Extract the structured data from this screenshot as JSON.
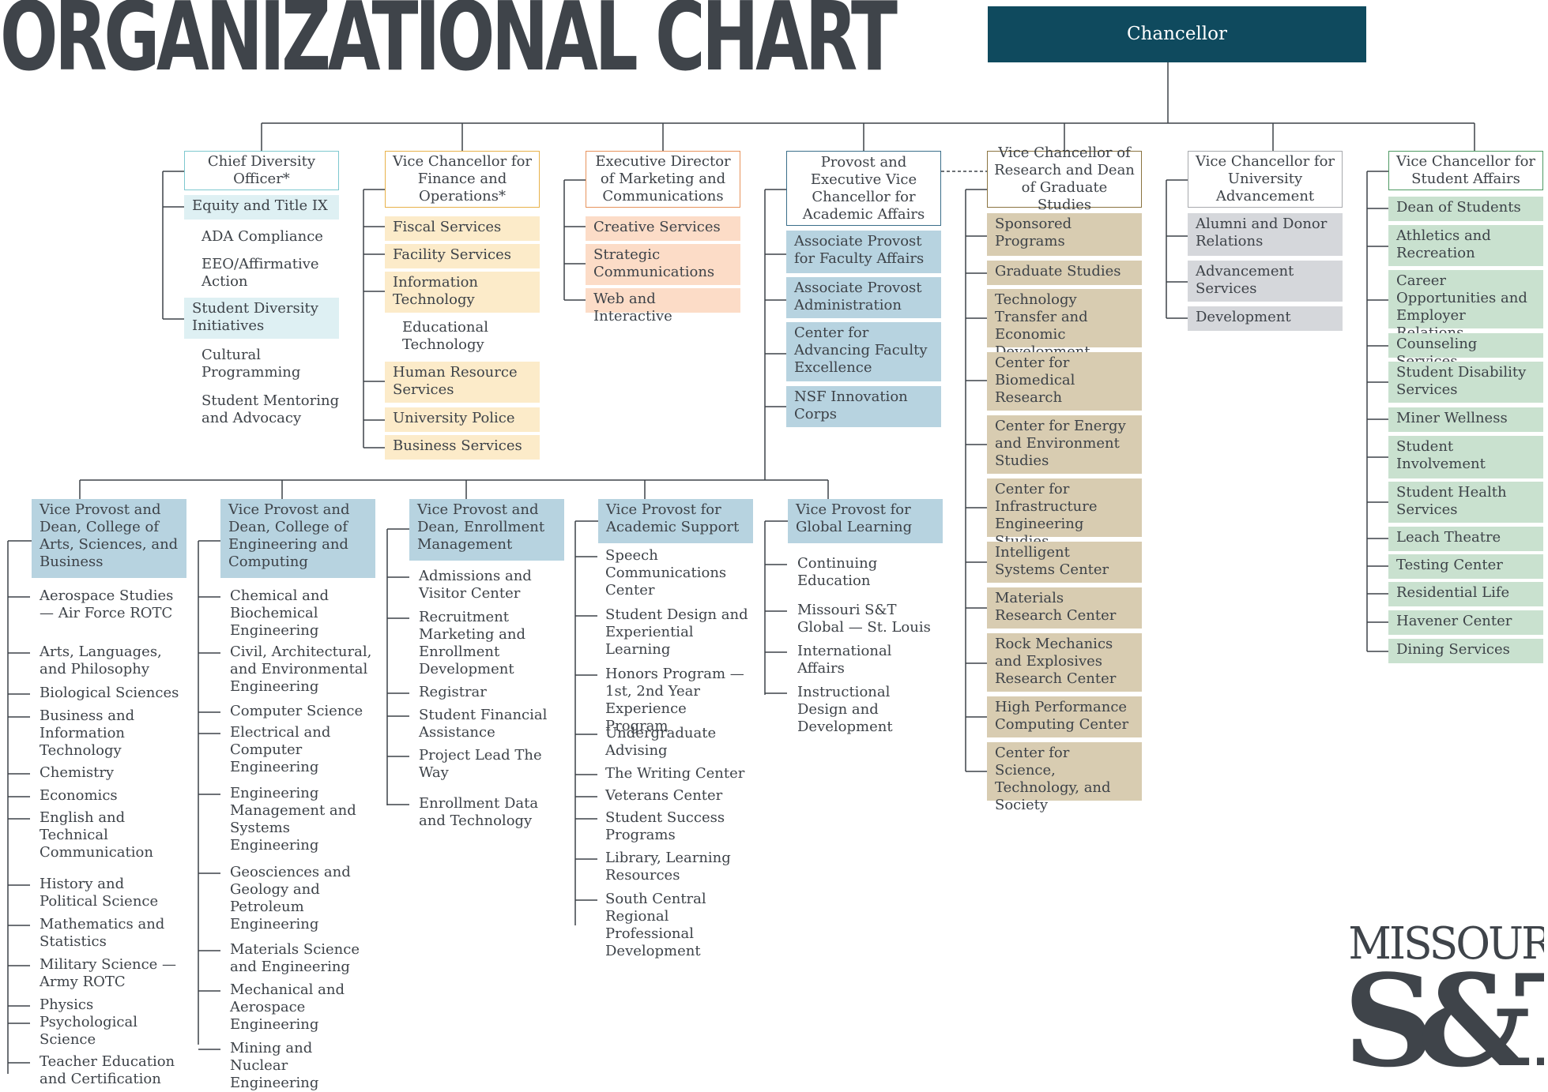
{
  "title": "ORGANIZATIONAL CHART",
  "logo": {
    "line1": "MISSOURI",
    "line2": "S&T"
  },
  "colors": {
    "chancellor": "#0f4a5e",
    "diversity": "#def0f3",
    "diversity_border": "#7ec8cf",
    "finance": "#fcebc9",
    "finance_border": "#e8b24a",
    "marketing": "#fcdcc7",
    "marketing_border": "#e7935c",
    "provost": "#b7d3e0",
    "provost_border": "#3a6e8a",
    "research": "#d8ccb1",
    "research_border": "#8a7440",
    "advancement": "#d5d7db",
    "advancement_border": "#a7a9ad",
    "student": "#c9e1cf",
    "student_border": "#4e9a63"
  },
  "chancellor": "Chancellor",
  "heads": [
    {
      "id": "diversity",
      "label": "Chief Diversity Officer*"
    },
    {
      "id": "finance",
      "label": "Vice Chancellor for Finance and Operations*"
    },
    {
      "id": "marketing",
      "label": "Executive Director of Marketing and Communications"
    },
    {
      "id": "provost",
      "label": "Provost and Executive Vice Chancellor for Academic Affairs"
    },
    {
      "id": "research",
      "label": "Vice Chancellor of Research and Dean of Graduate Studies"
    },
    {
      "id": "advancement",
      "label": "Vice Chancellor for University Advancement"
    },
    {
      "id": "student",
      "label": "Vice Chancellor for Student Affairs"
    }
  ],
  "diversity": {
    "units": [
      {
        "label": "Equity and Title IX",
        "children": [
          "ADA Compliance",
          "EEO/Affirmative Action"
        ]
      },
      {
        "label": "Student Diversity Initiatives",
        "children": [
          "Cultural Programming",
          "Student Mentoring and Advocacy"
        ]
      }
    ]
  },
  "finance": {
    "units": [
      "Fiscal Services",
      "Facility Services",
      "Information Technology",
      "Human Resource Services",
      "University Police",
      "Business Services"
    ],
    "sub_of_it": "Educational Technology"
  },
  "marketing": {
    "units": [
      "Creative Services",
      "Strategic Communications",
      "Web and Interactive"
    ]
  },
  "provost": {
    "units": [
      "Associate Provost for Faculty Affairs",
      "Associate Provost Administration",
      "Center for Advancing Faculty Excellence",
      "NSF Innovation Corps"
    ],
    "vice_provosts": [
      {
        "label": "Vice Provost and Dean, College of Arts, Sciences, and Business",
        "items": [
          "Aerospace Studies — Air Force ROTC",
          "Arts, Languages, and Philosophy",
          "Biological Sciences",
          "Business and Information Technology",
          "Chemistry",
          "Economics",
          "English and Technical Communication",
          "History and Political Science",
          "Mathematics and Statistics",
          "Military Science — Army ROTC",
          "Physics",
          "Psychological Science",
          "Teacher Education and Certification"
        ]
      },
      {
        "label": "Vice Provost and Dean, College of Engineering and Computing",
        "items": [
          "Chemical and Biochemical Engineering",
          "Civil, Architectural, and Environmental Engineering",
          "Computer Science",
          "Electrical and Computer Engineering",
          "Engineering Management and Systems Engineering",
          "Geosciences and Geology and Petroleum Engineering",
          "Materials Science and Engineering",
          "Mechanical and Aerospace Engineering",
          "Mining and Nuclear Engineering"
        ]
      },
      {
        "label": "Vice Provost and Dean, Enrollment Management",
        "items": [
          "Admissions and Visitor Center",
          "Recruitment Marketing and Enrollment Development",
          "Registrar",
          "Student Financial Assistance",
          "Project Lead The Way",
          "Enrollment Data and Technology"
        ]
      },
      {
        "label": "Vice Provost for Academic Support",
        "items": [
          "Speech Communications Center",
          "Student Design and Experiential Learning",
          "Honors Program — 1st, 2nd Year Experience Program",
          "Undergraduate Advising",
          "The Writing Center",
          "Veterans Center",
          "Student Success Programs",
          "Library, Learning Resources",
          "South Central Regional Professional Development"
        ]
      },
      {
        "label": "Vice Provost for Global Learning",
        "items": [
          "Continuing Education",
          "Missouri S&T Global — St. Louis",
          "International Affairs",
          "Instructional Design and Development"
        ]
      }
    ]
  },
  "research": {
    "units": [
      "Sponsored Programs",
      "Graduate Studies",
      "Technology Transfer and Economic Development",
      "Center for Biomedical Research",
      "Center for Energy and Environment Studies",
      "Center for Infrastructure Engineering Studies",
      "Intelligent Systems Center",
      "Materials Research Center",
      "Rock Mechanics and Explosives Research Center",
      "High Performance Computing Center",
      "Center for Science, Technology, and Society"
    ]
  },
  "advancement": {
    "units": [
      "Alumni and Donor Relations",
      "Advancement Services",
      "Development"
    ]
  },
  "student": {
    "units": [
      "Dean of Students",
      "Athletics and Recreation",
      "Career Opportunities and Employer Relations",
      "Counseling Services",
      "Student Disability Services",
      "Miner Wellness",
      "Student Involvement",
      "Student Health Services",
      "Leach Theatre",
      "Testing Center",
      "Residential Life",
      "Havener Center",
      "Dining Services"
    ]
  }
}
